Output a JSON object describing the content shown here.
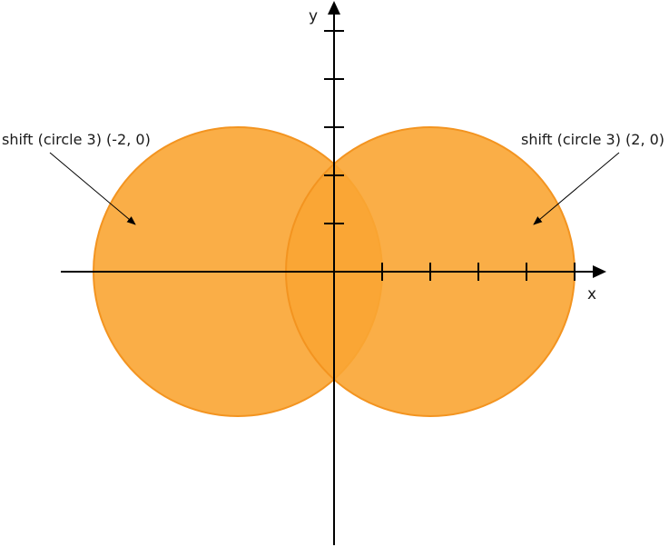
{
  "axes": {
    "x_label": "x",
    "y_label": "y",
    "x_ticks": [
      1,
      2,
      3,
      4,
      5
    ],
    "y_ticks": [
      1,
      2,
      3,
      4,
      5
    ]
  },
  "shapes": [
    {
      "id": "circle-left",
      "label": "shift (circle 3) (-2, 0)",
      "center": [
        -2,
        0
      ],
      "radius": 3,
      "fill": "#F9A533",
      "stroke": "#F39420"
    },
    {
      "id": "circle-right",
      "label": "shift (circle 3) (2, 0)",
      "center": [
        2,
        0
      ],
      "radius": 3,
      "fill": "#F9A533",
      "stroke": "#F39420"
    }
  ],
  "colors": {
    "axis": "#000000",
    "fill_opacity": 0.9
  }
}
